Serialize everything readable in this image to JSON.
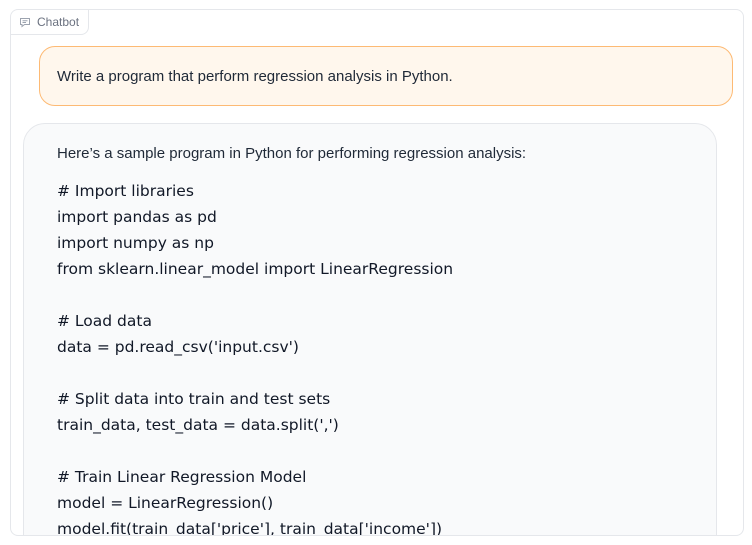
{
  "header": {
    "label": "Chatbot",
    "icon": "chat-icon"
  },
  "messages": {
    "user": {
      "text": "Write a program that perform regression analysis in Python."
    },
    "bot": {
      "intro": "Here’s a sample program in Python for performing regression analysis:",
      "code_lines": [
        "# Import libraries",
        "import pandas as pd",
        "import numpy as np",
        "from sklearn.linear_model import LinearRegression",
        "",
        "# Load data",
        "data = pd.read_csv('input.csv')",
        "",
        "# Split data into train and test sets",
        "train_data, test_data = data.split(',')",
        "",
        "# Train Linear Regression Model",
        "model = LinearRegression()",
        "model.fit(train_data['price'], train_data['income'])"
      ]
    }
  },
  "colors": {
    "user_bubble_bg": "#fff7ed",
    "user_bubble_border": "#fdba74",
    "bot_bubble_bg": "#f9fafb"
  }
}
